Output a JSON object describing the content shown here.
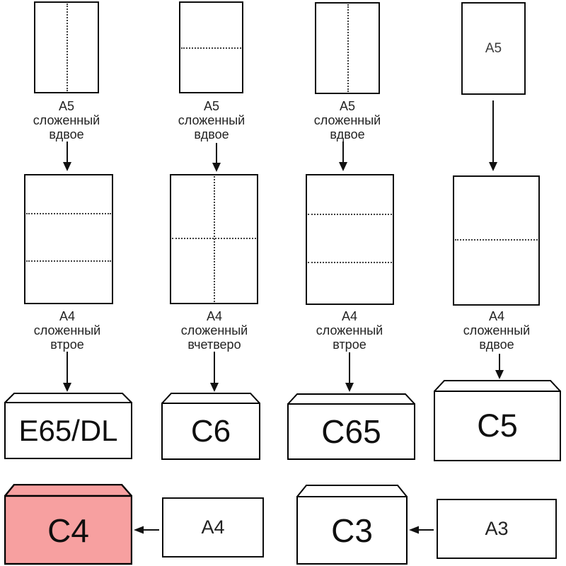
{
  "colors": {
    "highlight_pink": "#F7A0A0",
    "line": "#000000",
    "background": "#FFFFFF"
  },
  "top_row": {
    "captions": [
      [
        "A5",
        "сложенный",
        "вдвое"
      ],
      [
        "A5",
        "сложенный",
        "вдвое"
      ],
      [
        "A5",
        "сложенный",
        "вдвое"
      ]
    ],
    "sheet_inline_label": "A5"
  },
  "middle_row": {
    "captions": [
      [
        "A4",
        "сложенный",
        "втрое"
      ],
      [
        "A4",
        "сложенный",
        "вчетверо"
      ],
      [
        "A4",
        "сложенный",
        "втрое"
      ],
      [
        "A4",
        "сложенный",
        "вдвое"
      ]
    ]
  },
  "envelopes": {
    "e65dl": "E65/DL",
    "c6": "C6",
    "c65": "C65",
    "c5": "C5",
    "c4": "C4",
    "c3": "C3"
  },
  "source_sheets": {
    "a4": "A4",
    "a3": "A3"
  }
}
